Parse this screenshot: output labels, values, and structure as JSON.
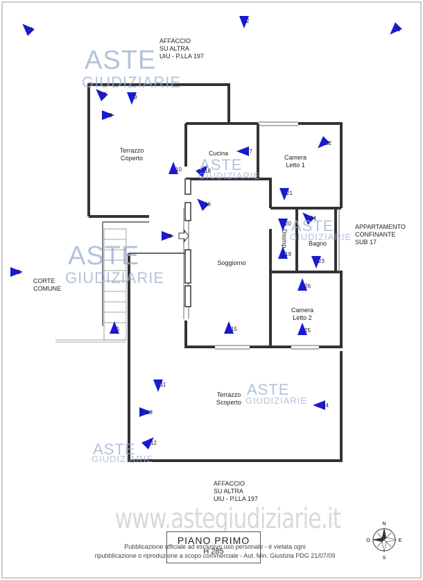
{
  "plan": {
    "title": "PIANO PRIMO",
    "subtitle": "H 285",
    "website": "www.astegiudiziarie.it",
    "disclaimer_line1": "Pubblicazione ufficiale ad esclusivo uso personale - è vietata ogni",
    "disclaimer_line2": "ripubblicazione o riproduzione a scopo commerciale - Aut. Min. Giustizia PDG 21/07/09",
    "watermark_line1": "ASTE",
    "watermark_line2": "GIUDIZIARIE",
    "compass": {
      "n": "N",
      "s": "S",
      "e": "E",
      "o": "O"
    }
  },
  "labels": {
    "affaccio_top": "AFFACCIO\nSU ALTRA\nUIU - P.LLA 197",
    "affaccio_bottom": "AFFACCIO\nSU ALTRA\nUIU - P.LLA 197",
    "appartamento": "APPARTAMENTO\nCONFINANTE\nSUB 17",
    "corte": "CORTE\nCOMUNE"
  },
  "rooms": {
    "terrazzo_coperto": "Terrazzo\nCoperto",
    "cucina": "Cucina",
    "camera1": "Camera\nLetto 1",
    "disimp": "Disimp.",
    "bagno": "Bagno",
    "soggiorno": "Soggiorno",
    "camera2": "Camera\nLetto 2",
    "terrazzo_scoperto": "Terrazzo\nScoperto"
  },
  "photo_points": [
    "1",
    "2",
    "3",
    "4",
    "5",
    "6",
    "7",
    "8",
    "9",
    "10",
    "11",
    "12",
    "13",
    "14",
    "15",
    "16",
    "17",
    "18",
    "19",
    "20",
    "21",
    "22",
    "23",
    "24",
    "25",
    "26"
  ],
  "colors": {
    "arrow": "#1a1ad0",
    "wall": "#333333",
    "watermark": "#9aaed0"
  }
}
